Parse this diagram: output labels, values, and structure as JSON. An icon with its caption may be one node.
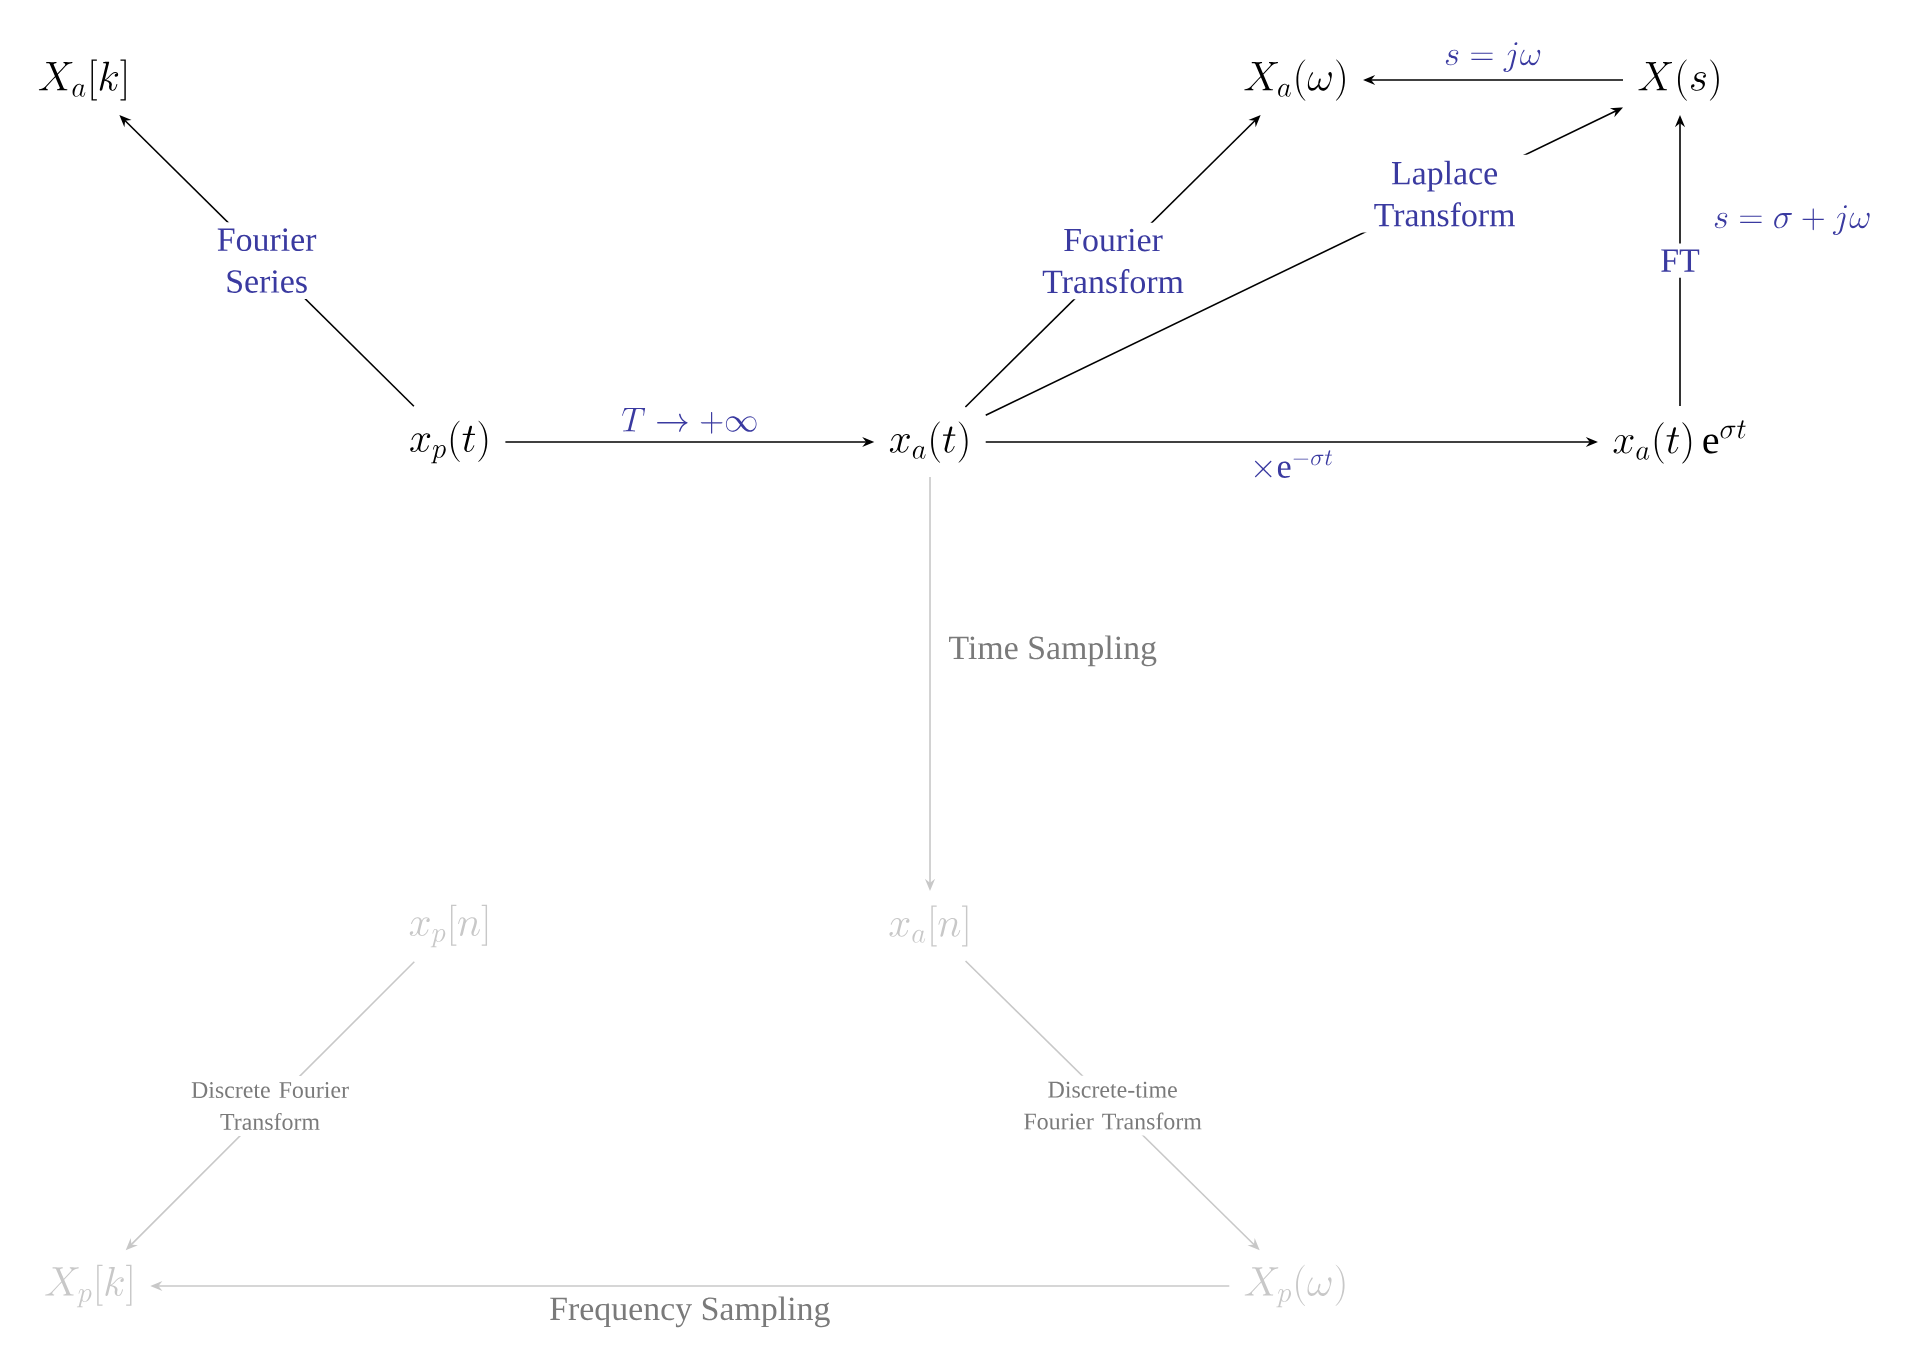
{
  "diagram": {
    "nodes": [
      {
        "text": [
          "X_a[k]"
        ]
      },
      {
        "text": [
          "x_p(t)"
        ]
      },
      {
        "text": [
          "x_a(t)"
        ]
      },
      {
        "text": [
          "X_a(\\omega)"
        ]
      },
      {
        "text": [
          "X(s)"
        ]
      },
      {
        "text": [
          "x_a(t)\\,\\mathrm{e}^{\\sigma t}"
        ]
      },
      {
        "text": [
          "x_p[n]"
        ]
      },
      {
        "text": [
          "x_a[n]"
        ]
      },
      {
        "text": [
          "X_p[k]"
        ]
      },
      {
        "text": [
          "X_p(\\omega)"
        ]
      }
    ],
    "edges": [
      {
        "from": 1,
        "to": 0,
        "arrow": "to",
        "label": "Fourier Series"
      },
      {
        "from": 1,
        "to": 2,
        "arrow": "to",
        "label": "T \\to +\\infty"
      },
      {
        "from": 2,
        "to": 3,
        "arrow": "to",
        "label": "Fourier Transform"
      },
      {
        "from": 2,
        "to": 4,
        "arrow": "to",
        "label": "Laplace Transform"
      },
      {
        "from": 2,
        "to": 5,
        "arrow": "to",
        "label": "\\times\\mathrm{e}^{-\\sigma t}"
      },
      {
        "from": 5,
        "to": 4,
        "arrow": "to",
        "label": "FT"
      },
      {
        "from": 4,
        "to": 3,
        "arrow": "to",
        "label": "s = j\\omega"
      },
      {
        "from": 2,
        "to": 7,
        "arrow": "to",
        "label": "Time Sampling",
        "color": "#c8c8c8"
      },
      {
        "from": 6,
        "to": 8,
        "arrow": "to",
        "label": "Discrete Fourier Transform",
        "color": "#c8c8c8"
      },
      {
        "from": 7,
        "to": 9,
        "arrow": "to",
        "label": "Discrete-time Fourier Transform",
        "color": "#c8c8c8"
      },
      {
        "from": 9,
        "to": 8,
        "arrow": "to",
        "label": "Frequency Sampling",
        "color": "#c8c8c8"
      }
    ],
    "labels": [
      "s = \\sigma + j\\omega"
    ]
  }
}
